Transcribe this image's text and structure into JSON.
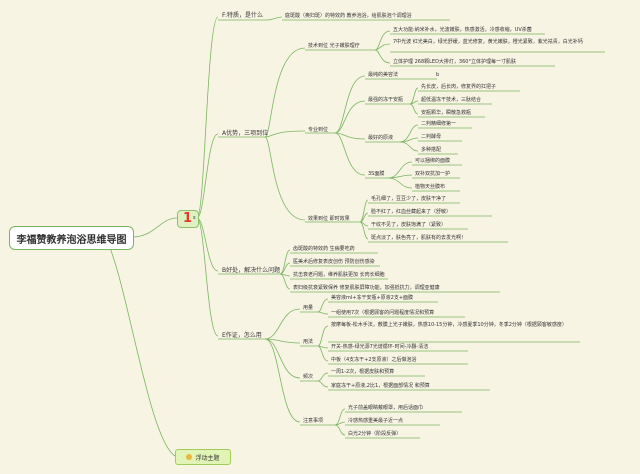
{
  "root": {
    "label": "李福赞教养泡浴思维导图"
  },
  "hub": {
    "number": "1",
    "suffix": "s"
  },
  "floating": {
    "label": "浮动主题"
  },
  "branches": {
    "f": {
      "label": "F:特质，是什么",
      "child": "庭斑酸（奥妇斑）的特效药 教养泡浴，给肌肤泡个调理浴"
    },
    "a": {
      "label": "A优势，三项到位",
      "tech": {
        "label": "技术到位 光子嫩肤理疗",
        "items": [
          "五大功能:纳米补水，光波嫩肤，热感激活，冷感收缩，UV杀菌",
          "7中光波 红光美白，绿光舒缓，蓝光修复，黄光嫩肤，橙光紧致，紫光祛青，白光补钙",
          "立体护理 268颗LED大排灯，360°立体护理每一寸肌肤"
        ]
      },
      "pro": {
        "label": "专业到位",
        "g1": {
          "label": "最纯的美容法",
          "items": [
            "b"
          ]
        },
        "g2": {
          "label": "最强的冻干安瓶",
          "items": [
            "先长皮，后长肉，修复界的扛把子",
            "超低温冻干技术，三肽结合",
            "安瓶颗华，瞬散急救瓶"
          ]
        },
        "g3": {
          "label": "最好的原液",
          "items": [
            "二判精细修第一",
            "二判酵母",
            "多种搭配"
          ]
        },
        "g4": {
          "label": "3S面膜",
          "items": [
            "可以捆绑的面膜",
            "双补双抗加一护",
            "植物天丝膜布"
          ]
        }
      },
      "effect": {
        "label": "效果到位 即时效果",
        "items": [
          "毛孔细了，豆豆少了，皮肤干净了",
          "脸不红了，红血丝藏起来了（舒敏）",
          "干纹不见了，皮肤饱满了（紧致）",
          "斑点淡了，肤色亮了，肌肤有的去发光啊！"
        ]
      }
    },
    "b": {
      "label": "B好处，解决什么问题",
      "items": [
        "齿斑酸的特效药 生病要吃药",
        "医美术后修复表皮创伤 预防创伤感染",
        "抗击衰老问题，维养肌肤更加 长肉长细胞",
        "表妇级抗衰紧致保养 修复肌肤屏障功能，加强抵抗力，调理亚健康"
      ]
    },
    "e": {
      "label": "E作证，怎么用",
      "usage": {
        "label": "用量",
        "items": [
          "美容液ml+冻干安瓶+原液2支+面膜",
          "一组使用7次（根据顾客的问题程度情况和预算"
        ]
      },
      "method": {
        "label": "用法",
        "items": [
          "按摩每板-松木手法，敷膜上光子嫩肤，热感10-15分钟，冷感夏季10分钟，冬季2分钟（根据顾客敏感度）",
          "开关-热感-绿光源7光谱循环-时间-冷翻-清洁",
          "中板（4支冻干+2支原液）之后做泡浴"
        ]
      },
      "freq": {
        "label": "频次",
        "items": [
          "一周1-2次，根据皮肤和预算",
          "家庭冻干+原液,2比1，根据面部情况 和预算"
        ]
      },
      "notes": {
        "label": "注意事项",
        "items": [
          "光子前盖眼睛戴眼罩，用后话面巾",
          "冷感热感重美最子近一点",
          "白光2分钟（阶段反弹）"
        ]
      }
    }
  }
}
